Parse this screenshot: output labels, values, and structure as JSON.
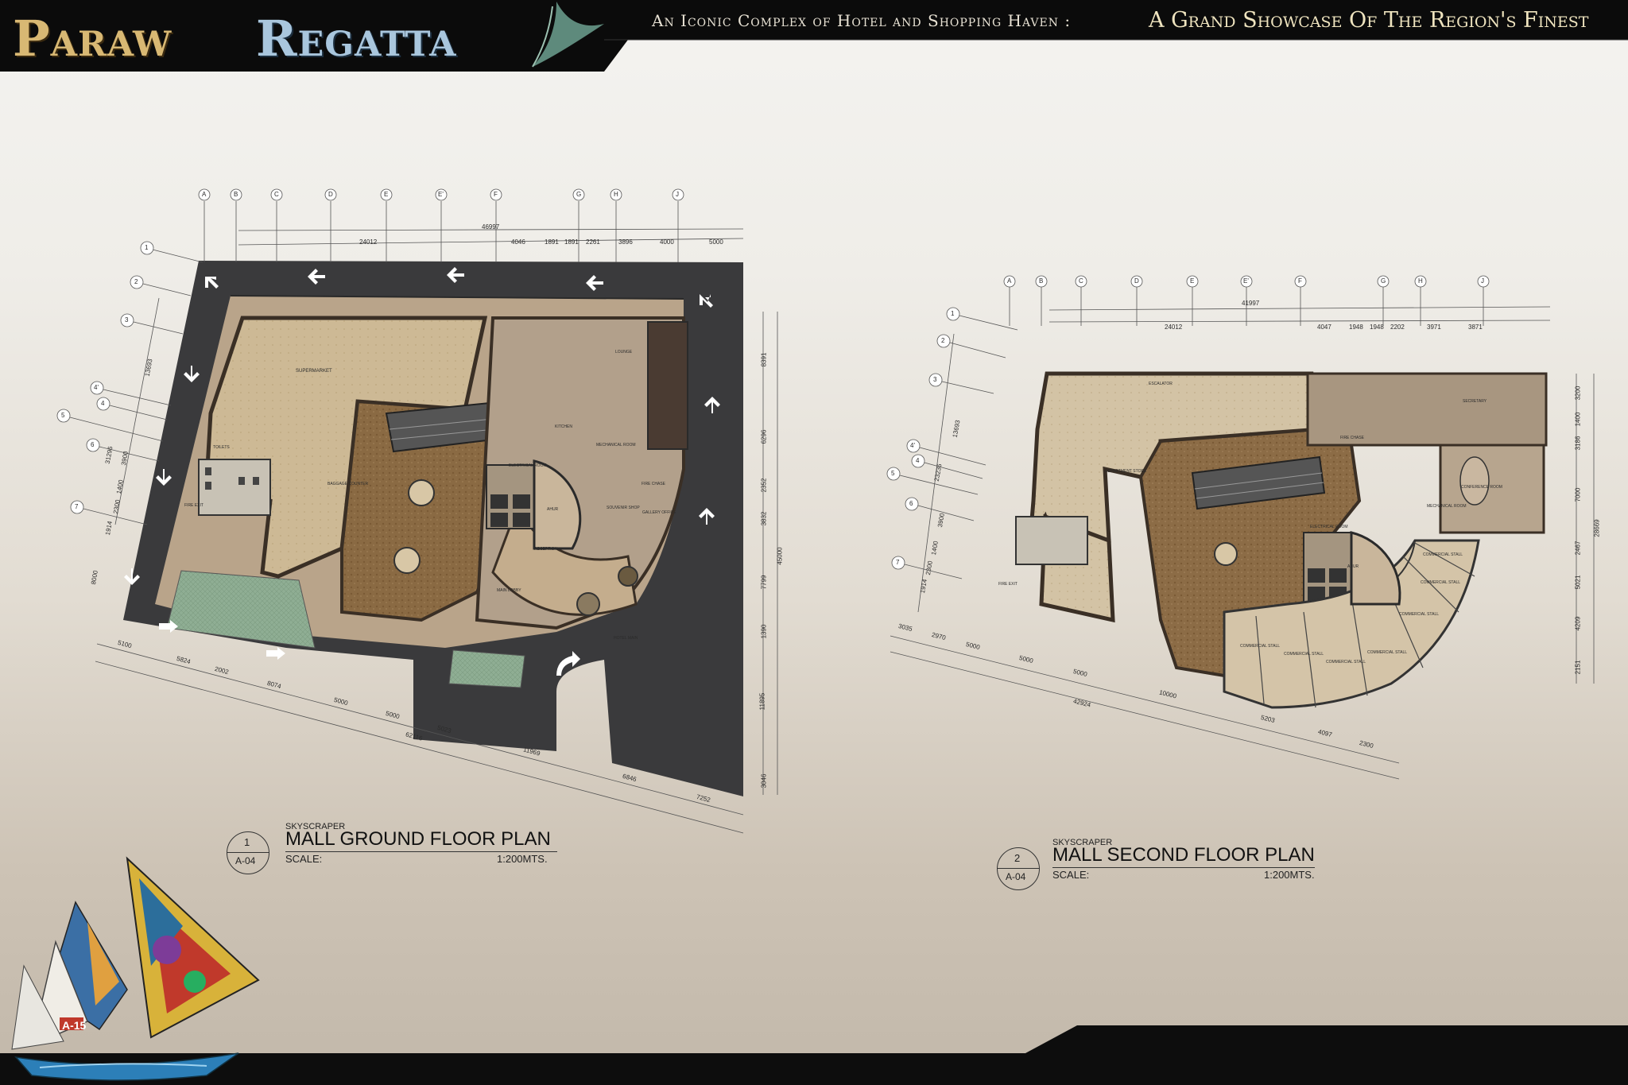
{
  "header": {
    "brand_word1": "Paraw",
    "brand_word2": "Regatta",
    "tagline": "An Iconic Complex of Hotel and Shopping Haven :",
    "tagline_highlight": "A Grand Showcase Of The Region's Finest"
  },
  "plan1": {
    "number": "1",
    "sheet": "A-04",
    "kicker": "SKYSCRAPER",
    "title": "MALL GROUND FLOOR PLAN",
    "scale_label": "SCALE:",
    "scale_value": "1:200MTS.",
    "grid_letters": [
      "A",
      "B",
      "C",
      "D",
      "E",
      "E'",
      "F",
      "G",
      "H",
      "J"
    ],
    "grid_numbers": [
      "1",
      "2",
      "3",
      "4'",
      "4",
      "5",
      "6",
      "7"
    ],
    "dims_top_total": "46997",
    "dims_top": [
      "24012",
      "4046",
      "1891",
      "1891",
      "2261",
      "3896",
      "4000",
      "5000"
    ],
    "dims_right": [
      "8391",
      "6296",
      "2352",
      "3832",
      "7799",
      "1390",
      "11895",
      "3046"
    ],
    "dims_right_total": "45000",
    "dims_left": [
      "13693",
      "31296",
      "3900",
      "1400",
      "2300",
      "1914",
      "8000"
    ],
    "dims_bottom": [
      "5100",
      "5824",
      "2002",
      "8074",
      "5000",
      "5000",
      "5023",
      "11969",
      "6846",
      "7252"
    ],
    "dims_bottom_total": "62116",
    "rooms": [
      "SUPERMARKET",
      "BAGGAGE COUNTER",
      "ELECTRICAL ROOM",
      "AHUR",
      "RECEPTION",
      "MAIN LOBBY",
      "HOTEL MAIN",
      "MECHANICAL ROOM",
      "SOUVENIR SHOP",
      "GALLERY OFFICE",
      "LOUNGE",
      "KITCHEN",
      "FIRE EXIT",
      "FIRE CHASE",
      "TOILETS"
    ]
  },
  "plan2": {
    "number": "2",
    "sheet": "A-04",
    "kicker": "SKYSCRAPER",
    "title": "MALL SECOND FLOOR PLAN",
    "scale_label": "SCALE:",
    "scale_value": "1:200MTS.",
    "grid_letters": [
      "A",
      "B",
      "C",
      "D",
      "E",
      "E'",
      "F",
      "G",
      "H",
      "J"
    ],
    "grid_numbers": [
      "1",
      "2",
      "3",
      "4'",
      "4",
      "5",
      "6",
      "7"
    ],
    "dims_top_total": "41997",
    "dims_top": [
      "24012",
      "4047",
      "1948",
      "1948",
      "2202",
      "3971",
      "3871"
    ],
    "dims_right": [
      "3200",
      "1400",
      "3186",
      "7000",
      "2467",
      "5021",
      "4209",
      "2151"
    ],
    "dims_right_total": "28669",
    "dims_left": [
      "13693",
      "23236",
      "3900",
      "1400",
      "2300",
      "1914"
    ],
    "dims_bottom": [
      "3035",
      "2970",
      "5000",
      "5000",
      "5000",
      "10000",
      "5203",
      "4097",
      "2300"
    ],
    "dims_bottom_total": "42924",
    "rooms": [
      "DEPARTMENT STORE",
      "ELECTRICAL ROOM",
      "AHUR",
      "MECHANICAL ROOM",
      "COMMERCIAL STALL",
      "COMMERCIAL STALL",
      "COMMERCIAL STALL",
      "COMMERCIAL STALL",
      "COMMERCIAL STALL",
      "COMMERCIAL STALL",
      "COMMERCIAL STALL",
      "CONFERENCE ROOM",
      "SECRETARY",
      "FIRE EXIT",
      "FIRE CHASE",
      "ESCALATOR"
    ]
  },
  "decor": {
    "sail_badge": "A-15"
  }
}
